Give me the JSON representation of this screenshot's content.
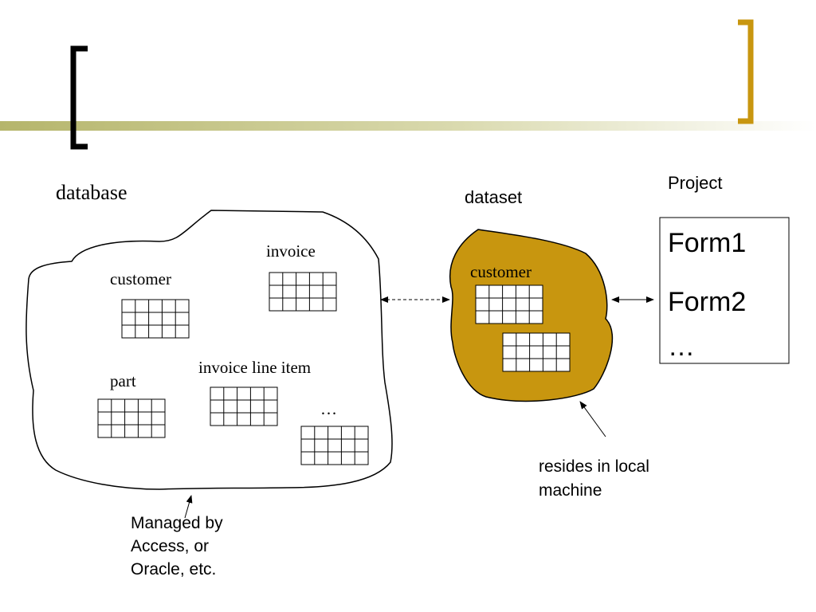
{
  "colors": {
    "background": "#ffffff",
    "title_bar_start": "#b5b56b",
    "title_bar_end": "#ffffff",
    "left_bracket": "#000000",
    "right_bracket": "#c8960f",
    "dataset_fill": "#c8960f",
    "outline": "#000000"
  },
  "diagram": {
    "database_label": "database",
    "dataset_label": "dataset",
    "project_label": "Project",
    "db_tables": {
      "customer": "customer",
      "invoice": "invoice",
      "part": "part",
      "invoice_line_item": "invoice line item",
      "more": "…"
    },
    "dataset_table_label": "customer",
    "project_forms": [
      "Form1",
      "Form2",
      "…"
    ],
    "note_managed_by": [
      "Managed by",
      "Access, or",
      "Oracle, etc."
    ],
    "note_resides": [
      "resides in local",
      "machine"
    ]
  }
}
